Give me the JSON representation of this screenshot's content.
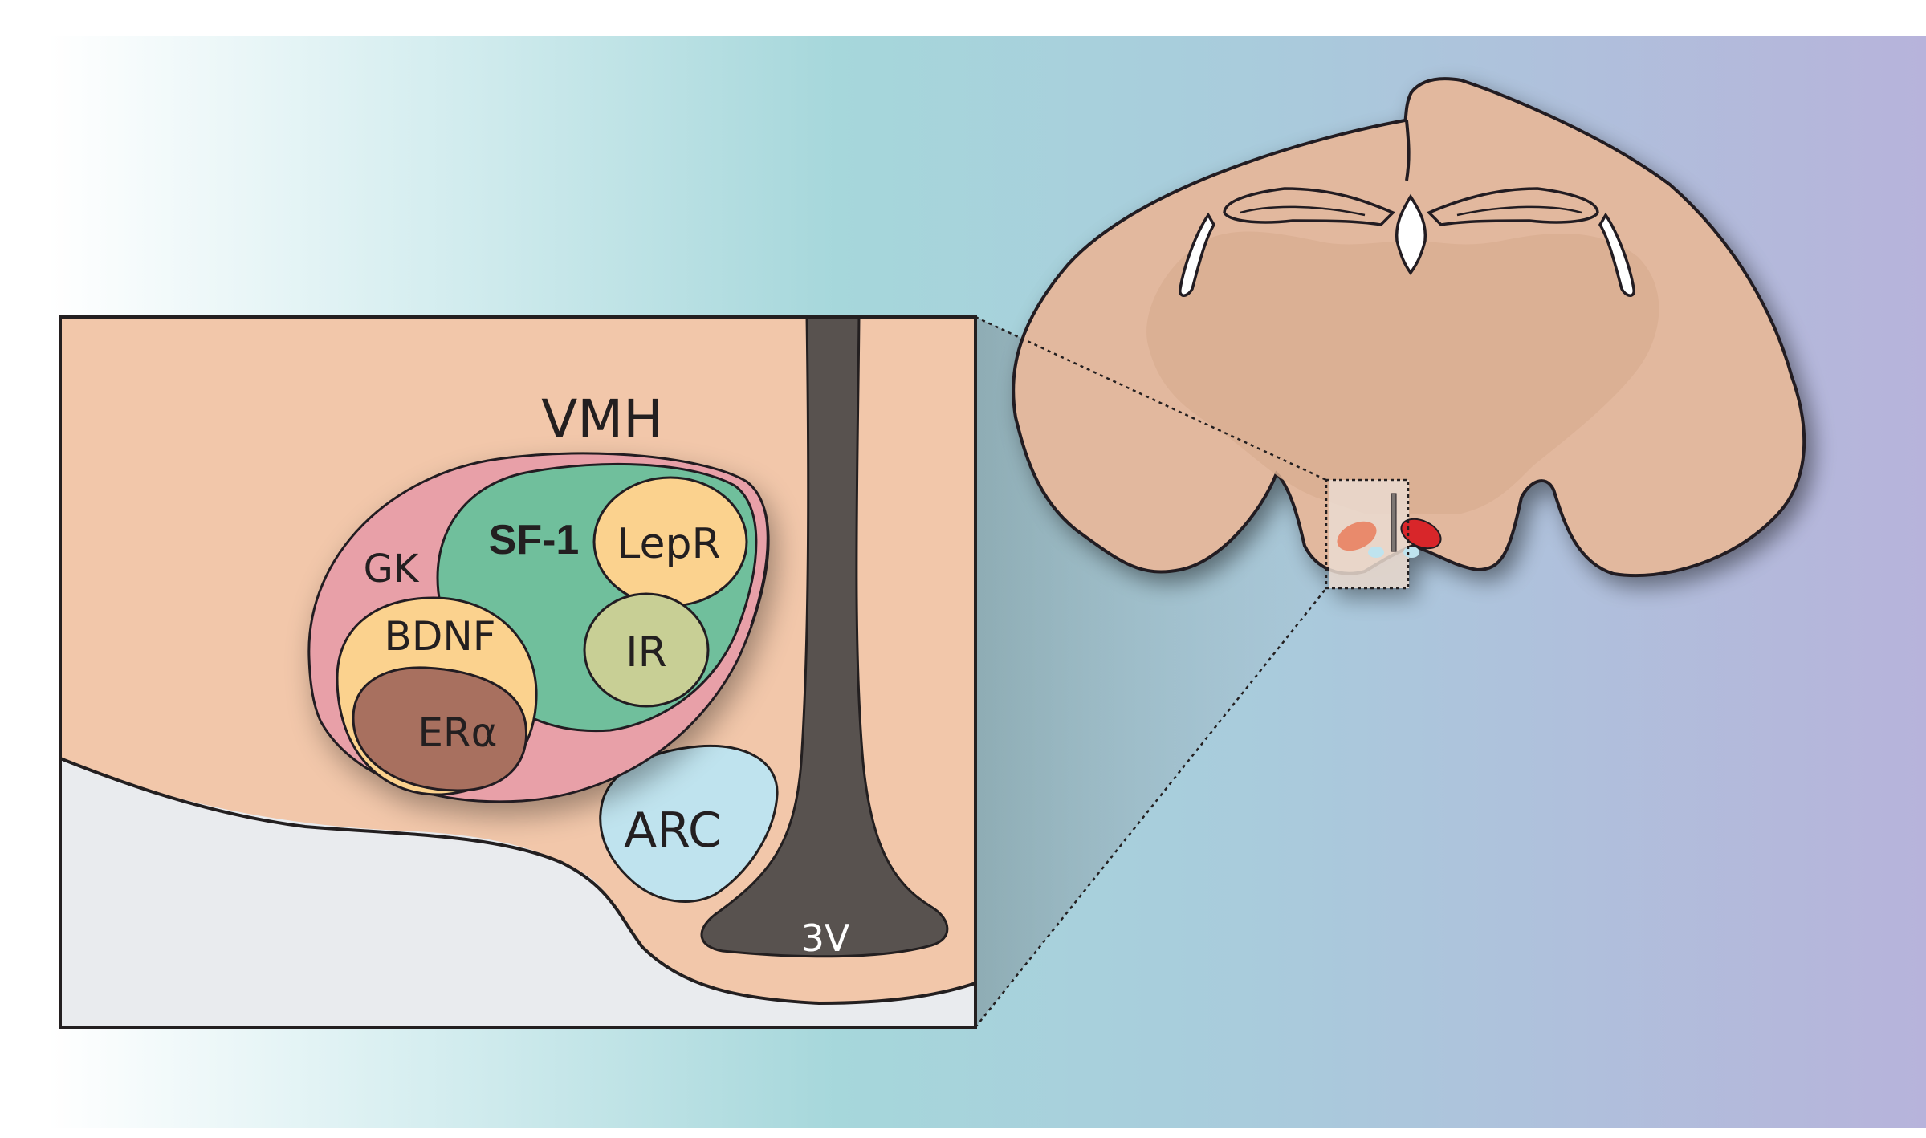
{
  "labels": {
    "vmh": "VMH",
    "gk": "GK",
    "sf1": "SF-1",
    "lepr": "LepR",
    "bdnf": "BDNF",
    "ir": "IR",
    "er_alpha": "ERα",
    "arc": "ARC",
    "third_ventricle": "3V"
  },
  "colors": {
    "background_left": "#ffffff",
    "background_mid": "#a8d8dc",
    "background_right": "#b8b4dc",
    "brain_tissue": "#e2b89e",
    "brain_inner": "#d9af93",
    "inset_tissue": "#f2c7aa",
    "inset_lower": "#e9ebee",
    "gk_region": "#e8a0a8",
    "sf1_region": "#6fbf9c",
    "lepr_region": "#fbd28e",
    "bdnf_region": "#fbd28e",
    "ir_region": "#c8cf95",
    "er_alpha_region": "#a8705e",
    "arc_region": "#bfe3ee",
    "ventricle": "#58524f",
    "highlight_left": "#e98a6c",
    "highlight_right": "#d8262b",
    "outline": "#231f20"
  }
}
